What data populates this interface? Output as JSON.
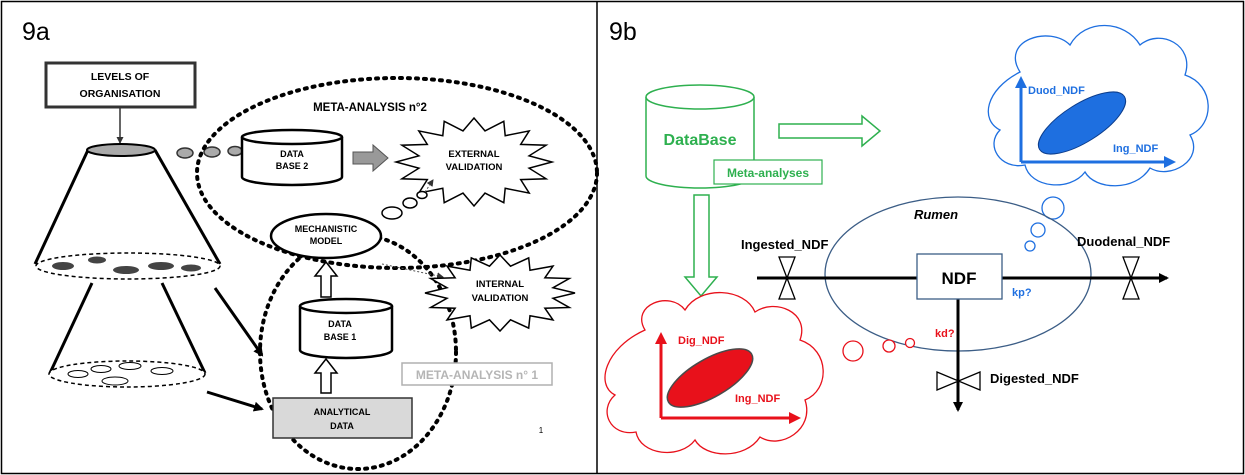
{
  "panel_a": {
    "label": "9a",
    "levels_line1": "LEVELS OF",
    "levels_line2": "ORGANISATION",
    "meta2": "META-ANALYSIS n°2",
    "db2_line1": "DATA",
    "db2_line2": "BASE 2",
    "ext_line1": "EXTERNAL",
    "ext_line2": "VALIDATION",
    "mech_line1": "MECHANISTIC",
    "mech_line2": "MODEL",
    "int_line1": "INTERNAL",
    "int_line2": "VALIDATION",
    "db1_line1": "DATA",
    "db1_line2": "BASE 1",
    "meta1": "META-ANALYSIS n° 1",
    "analytical_line1": "ANALYTICAL",
    "analytical_line2": "DATA",
    "page_number": "1"
  },
  "panel_b": {
    "label": "9b",
    "database": "DataBase",
    "meta_analyses": "Meta-analyses",
    "duod_axis_y": "Duod_NDF",
    "duod_axis_x": "Ing_NDF",
    "rumen": "Rumen",
    "ingested": "Ingested_NDF",
    "ndf": "NDF",
    "kp": "kp?",
    "duodenal": "Duodenal_NDF",
    "kd": "kd?",
    "digested": "Digested_NDF",
    "dig_axis_y": "Dig_NDF",
    "dig_axis_x": "Ing_NDF"
  },
  "colors": {
    "green": "#2eb04f",
    "blue": "#1e6fe0",
    "red": "#e8111b",
    "rumen_outline": "#3b5d86",
    "dark_oval": "#4a4a4a"
  }
}
